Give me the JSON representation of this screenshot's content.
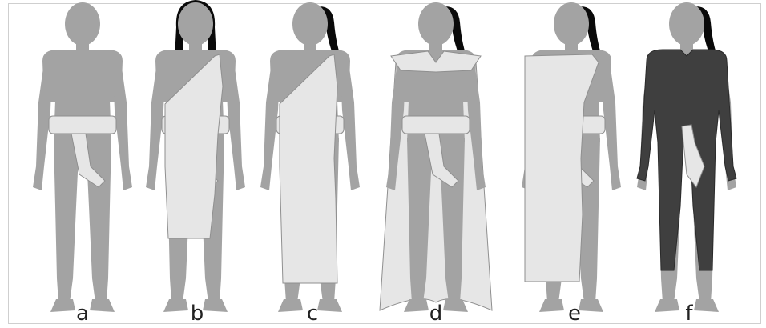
{
  "figure": {
    "labels": [
      "a",
      "b",
      "c",
      "d",
      "e",
      "f"
    ]
  },
  "colors": {
    "body": "#a3a3a3",
    "cloth": "#e6e6e6",
    "cloth_edge": "#8f8f8f",
    "hair": "#0a0a0a",
    "garment_dark": "#3f3f3f",
    "frame": "#cfcfcf"
  }
}
